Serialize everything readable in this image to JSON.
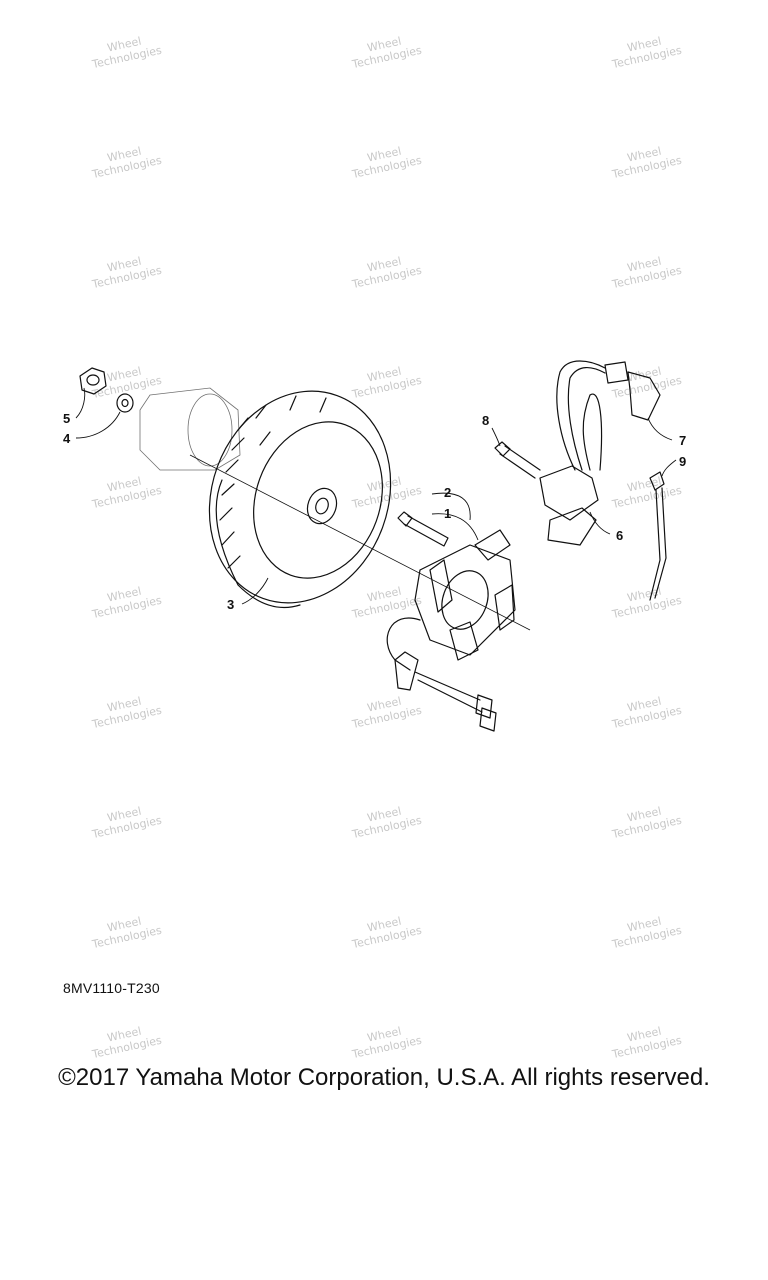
{
  "diagram": {
    "callouts": [
      {
        "number": "1"
      },
      {
        "number": "2"
      },
      {
        "number": "3"
      },
      {
        "number": "4"
      },
      {
        "number": "5"
      },
      {
        "number": "6"
      },
      {
        "number": "7"
      },
      {
        "number": "8"
      },
      {
        "number": "9"
      }
    ],
    "watermark_text": [
      "Wheel",
      "Technologies"
    ]
  },
  "footer": {
    "diagram_code": "8MV1110-T230",
    "copyright": "©2017 Yamaha Motor Corporation, U.S.A. All rights reserved."
  }
}
